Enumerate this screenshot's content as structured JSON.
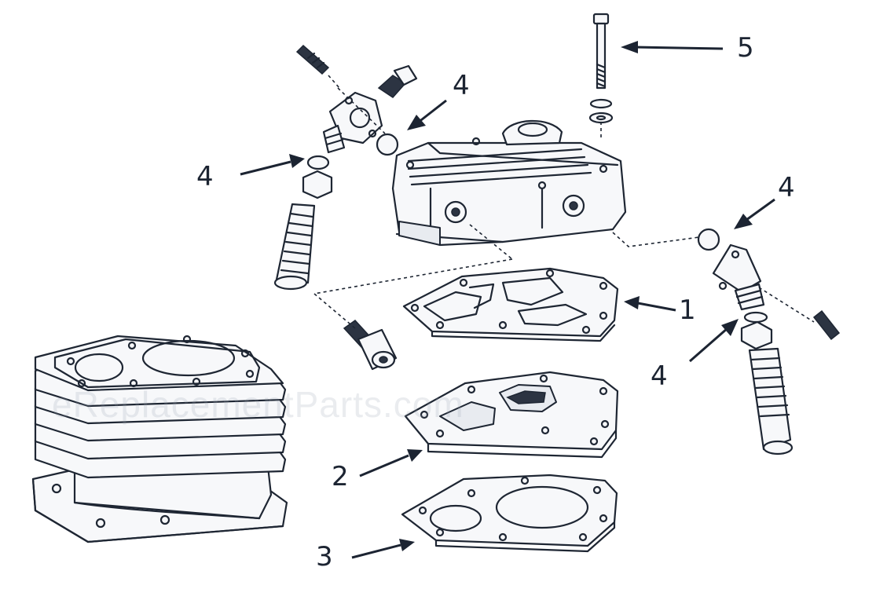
{
  "callouts": {
    "c1": "1",
    "c2": "2",
    "c3": "3",
    "c4a": "4",
    "c4b": "4",
    "c4c": "4",
    "c4d": "4",
    "c5": "5"
  },
  "watermark": "eReplacementParts.com",
  "colors": {
    "line": "#1e2633",
    "label": "#1c2432",
    "background": "#ffffff"
  }
}
